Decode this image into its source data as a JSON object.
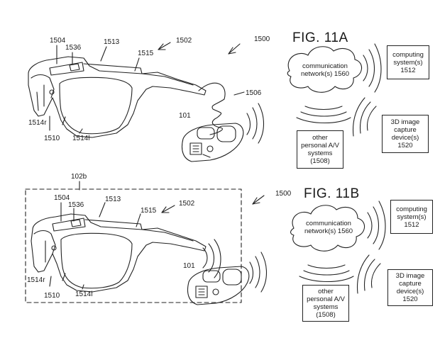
{
  "figures": [
    {
      "title": "FIG. 11A",
      "labels": {
        "system": "1500",
        "glasses": "1502",
        "p1504": "1504",
        "p1536": "1536",
        "p1513": "1513",
        "p1515": "1515",
        "p1506": "1506",
        "p101": "101",
        "p1514r": "1514r",
        "p1510": "1510",
        "p1514l": "1514l"
      },
      "cloud": [
        "communication",
        "network(s) 1560"
      ],
      "computing": [
        "computing",
        "system(s)",
        "1512"
      ],
      "capture": [
        "3D image",
        "capture",
        "device(s)",
        "1520"
      ],
      "personal": [
        "other",
        "personal A/V",
        "systems",
        "(1508)"
      ]
    },
    {
      "title": "FIG. 11B",
      "labels": {
        "display": "102b",
        "system": "1500",
        "glasses": "1502",
        "p1504": "1504",
        "p1536": "1536",
        "p1513": "1513",
        "p1515": "1515",
        "p101": "101",
        "p1514r": "1514r",
        "p1510": "1510",
        "p1514l": "1514l"
      },
      "cloud": [
        "communication",
        "network(s) 1560"
      ],
      "computing": [
        "computing",
        "system(s)",
        "1512"
      ],
      "capture": [
        "3D image",
        "capture",
        "device(s)",
        "1520"
      ],
      "personal": [
        "other",
        "personal A/V",
        "systems",
        "(1508)"
      ]
    }
  ]
}
